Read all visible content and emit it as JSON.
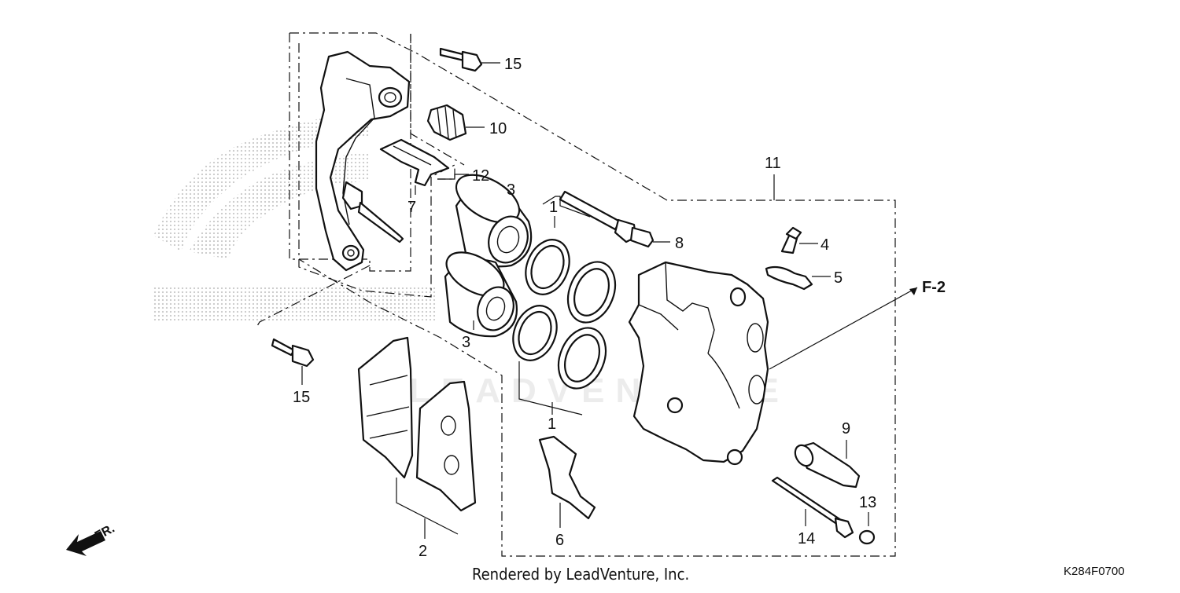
{
  "diagram": {
    "callouts": [
      "15",
      "10",
      "12",
      "7",
      "11",
      "3",
      "1",
      "8",
      "4",
      "5",
      "F-2",
      "3",
      "15",
      "1",
      "9",
      "13",
      "14",
      "6",
      "2"
    ],
    "forward_label": "FR.",
    "watermark_logo": "HONDA",
    "watermark_text": "LEADVENTURE",
    "credit": "Rendered by LeadVenture, Inc.",
    "diagram_code": "K284F0700"
  }
}
